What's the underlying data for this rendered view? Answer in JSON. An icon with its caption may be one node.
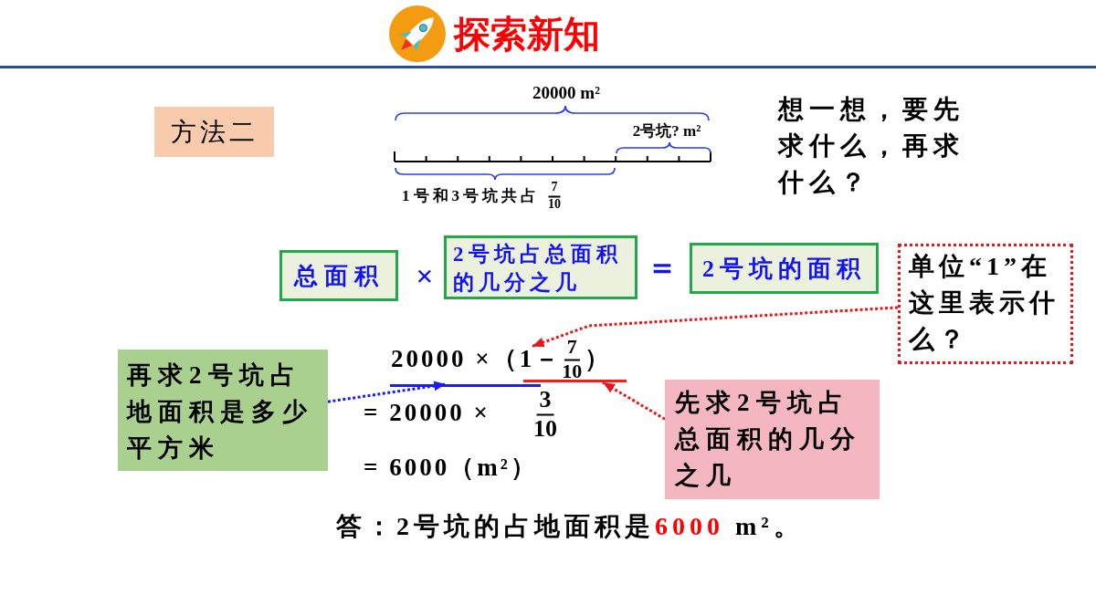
{
  "diagram": {
    "title": "探索新知",
    "nodes": [
      {
        "text": [
          "方法二"
        ]
      },
      {
        "text": [
          "总面积"
        ]
      },
      {
        "text": [
          "2号坑占总面积的几分之几"
        ]
      },
      {
        "text": [
          "2号坑的面积"
        ]
      },
      {
        "text": [
          "单位“1”在这里表示什么？"
        ]
      },
      {
        "text": [
          "再求2号坑占地面积是多少平方米"
        ]
      },
      {
        "text": [
          "1"
        ]
      },
      {
        "text": [],
        "shape": "line"
      },
      {
        "text": [],
        "shape": "line"
      },
      {
        "text": [
          "先求2号坑占总面积的几分之几"
        ]
      }
    ],
    "edges": [
      {
        "from": 4,
        "to": 6,
        "arrow": "to",
        "style": "dashed",
        "color": "#e8171b"
      },
      {
        "from": 5,
        "to": 7,
        "arrow": "to",
        "style": "dashed",
        "color": "#1a1aff"
      },
      {
        "from": 9,
        "to": 8,
        "arrow": "to",
        "style": "dashed",
        "color": "#e8171b"
      }
    ],
    "labels": [
      "20000 m²",
      "想一想，要先求什么，再求什么？",
      "2号坑? m²",
      "1号和3号坑共占",
      "7",
      "10",
      "×",
      "＝",
      "20000 ×（",
      "－",
      "7",
      "10",
      "）",
      "= 20000 ×",
      "3",
      "10",
      "= 6000（m²）",
      "答：2号坑的占地面积是**6000** m²。"
    ]
  }
}
